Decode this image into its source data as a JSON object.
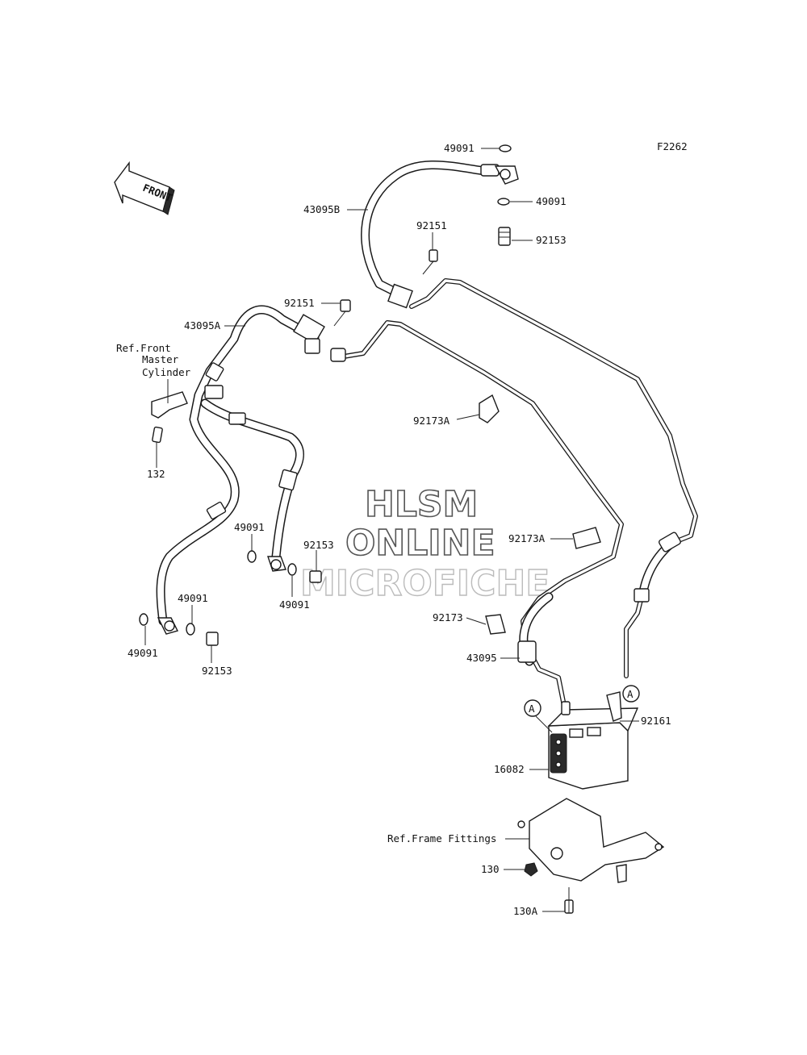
{
  "figure_code": "F2262",
  "front_label": "FRONT",
  "callout_letter": "A",
  "watermark": {
    "line1": "HLSM",
    "line2": "ONLINE",
    "line3": "MICROFICHE"
  },
  "references": {
    "front_master_cylinder": [
      "Ref.Front",
      "Master",
      "Cylinder"
    ],
    "frame_fittings": "Ref.Frame Fittings"
  },
  "part_labels": {
    "p49091_top": "49091",
    "p49091_right": "49091",
    "p92153_top": "92153",
    "p43095B": "43095B",
    "p92151_a": "92151",
    "p92151_b": "92151",
    "p43095A": "43095A",
    "p92173A_a": "92173A",
    "p92173A_b": "92173A",
    "p132": "132",
    "p49091_mid_l": "49091",
    "p92153_mid": "92153",
    "p49091_mid_r": "49091",
    "p49091_low_r": "49091",
    "p49091_low_l": "49091",
    "p92153_low": "92153",
    "p92173": "92173",
    "p43095": "43095",
    "p92161": "92161",
    "p16082": "16082",
    "p130": "130",
    "p130A": "130A"
  }
}
